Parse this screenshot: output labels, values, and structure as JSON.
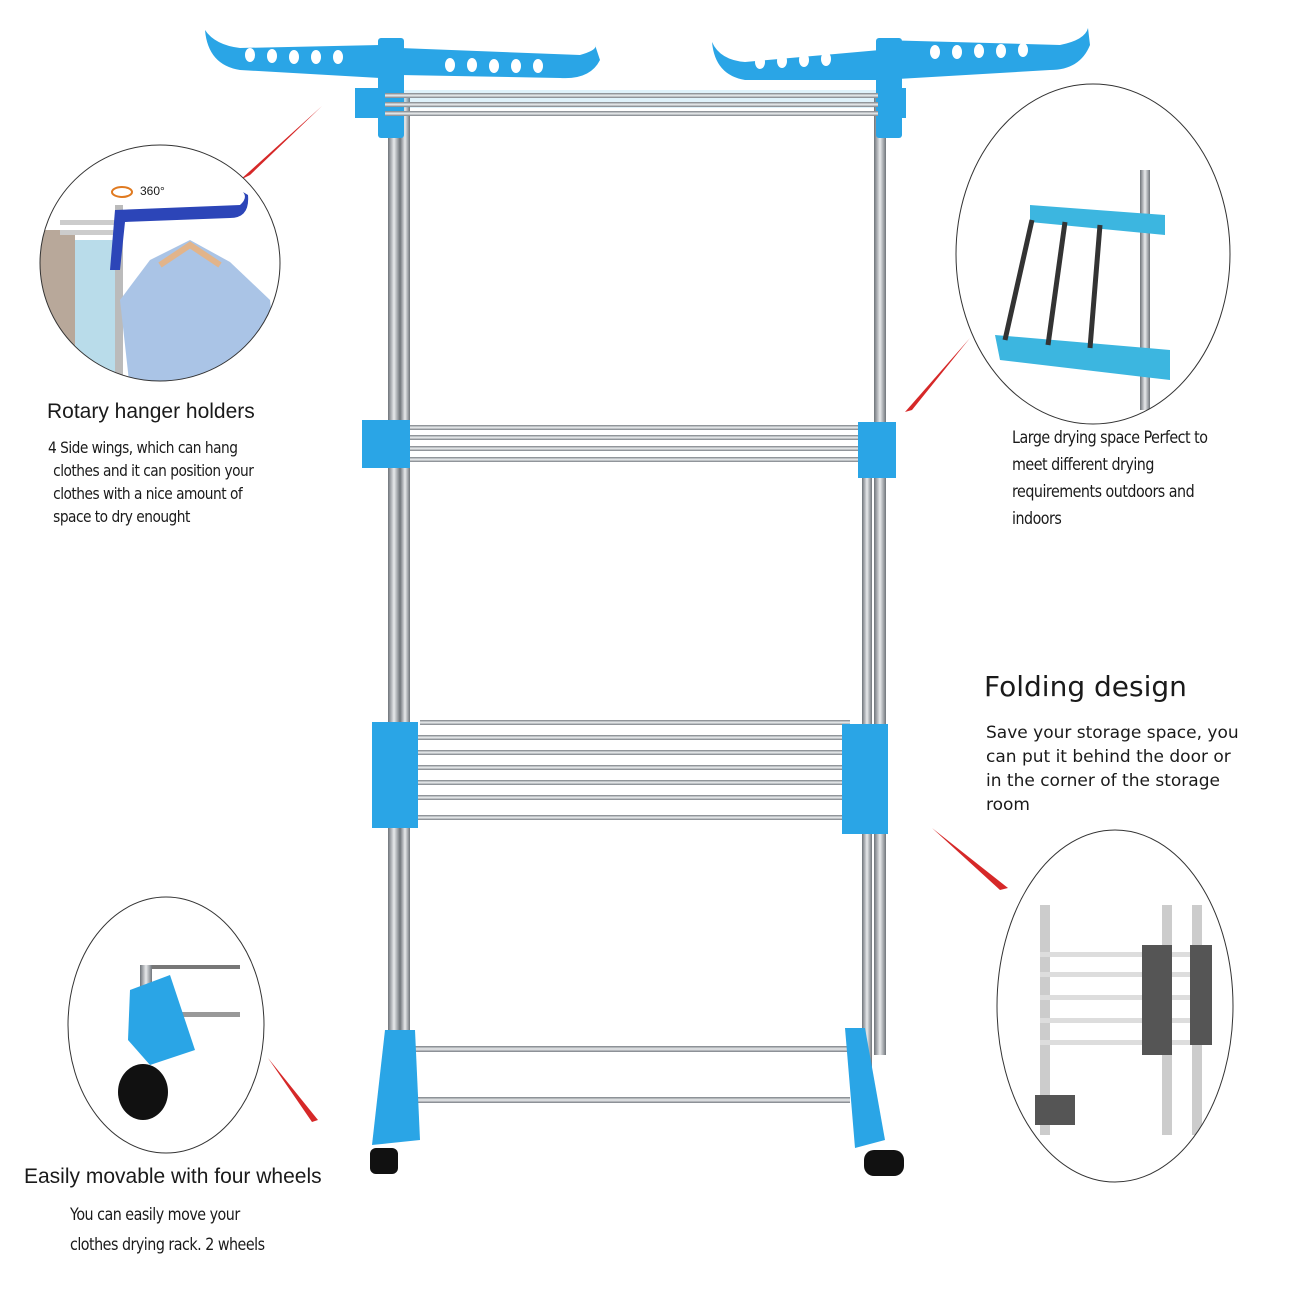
{
  "features": {
    "rotary": {
      "badge": "360°",
      "title": "Rotary hanger holders",
      "lines": [
        "4 Side wings, which can hang",
        "clothes and it can position your",
        "clothes with a nice amount of",
        "space to dry enought"
      ]
    },
    "drying_space": {
      "lines": [
        "Large drying space Perfect to",
        "meet different drying",
        "requirements outdoors and",
        "indoors"
      ]
    },
    "folding": {
      "title": "Folding design",
      "lines": [
        "Save your storage space, you",
        "can put it behind the door or",
        "in the corner of the storage",
        "room"
      ]
    },
    "wheels": {
      "title": "Easily movable with four wheels",
      "lines": [
        "You can easily move your",
        "clothes drying rack. 2 wheels"
      ]
    }
  },
  "colors": {
    "accent_blue": "#2aa5e6",
    "steel": "#9aa0a6",
    "pointer_red": "#d62828"
  }
}
